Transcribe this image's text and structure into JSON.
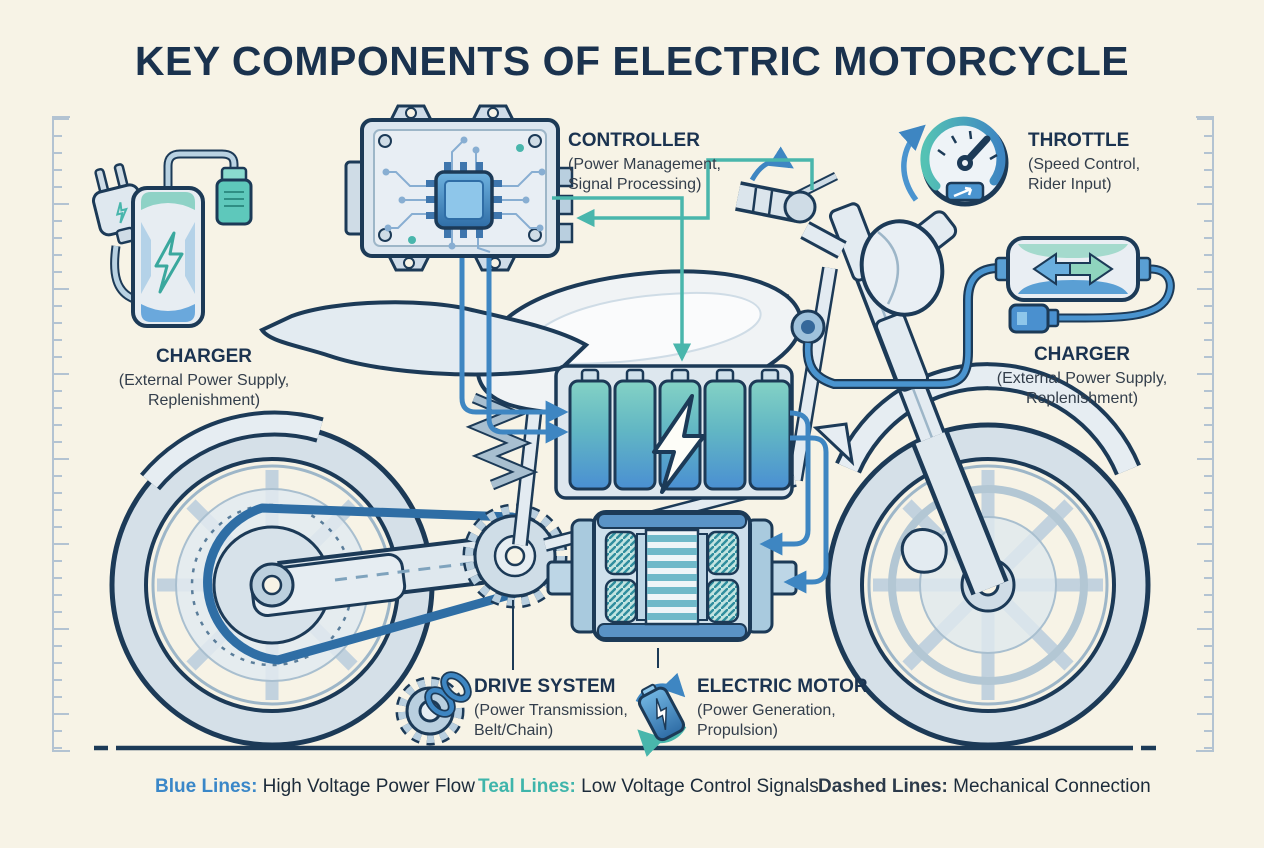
{
  "title": "KEY COMPONENTS OF ELECTRIC MOTORCYCLE",
  "labels": {
    "controller": {
      "name": "CONTROLLER",
      "line1": "(Power Management,",
      "line2": "Signal Processing)"
    },
    "throttle": {
      "name": "THROTTLE",
      "line1": "(Speed Control,",
      "line2": "Rider Input)"
    },
    "charger_left": {
      "name": "CHARGER",
      "line1": "(External Power Supply,",
      "line2": "Replenishment)"
    },
    "charger_right": {
      "name": "CHARGER",
      "line1": "(External Power Supply,",
      "line2": "Replenishment)"
    },
    "drive_system": {
      "name": "DRIVE SYSTEM",
      "line1": "(Power Transmission,",
      "line2": "Belt/Chain)"
    },
    "electric_motor": {
      "name": "ELECTRIC MOTOR",
      "line1": "(Power Generation,",
      "line2": "Propulsion)"
    }
  },
  "legend": [
    {
      "key": "Blue Lines:",
      "text": " High Voltage Power Flow",
      "color": "#3a87c8"
    },
    {
      "key": "Teal Lines:",
      "text": " Low Voltage Control Signals",
      "color": "#3fb5ab"
    },
    {
      "key": "Dashed Lines:",
      "text": " Mechanical Connection",
      "color": "#2c3a4a"
    }
  ],
  "colors": {
    "background": "#f7f3e6",
    "outline_navy": "#1c3a57",
    "high_voltage_blue": "#3e86c2",
    "low_voltage_teal": "#49b6ac",
    "battery_gradient_top": "#84d2c5",
    "battery_gradient_bottom": "#4a8fd2"
  },
  "icons": {
    "left_icon": "wall-plug-and-charger-brick",
    "controller_icon": "circuit-box-with-chip",
    "throttle_icon": "speed-gauge",
    "right_icon": "charger-brick-with-arrows",
    "drive_icon": "gear-with-chain-link",
    "motor_icon": "battery-with-cycle-arrows"
  }
}
